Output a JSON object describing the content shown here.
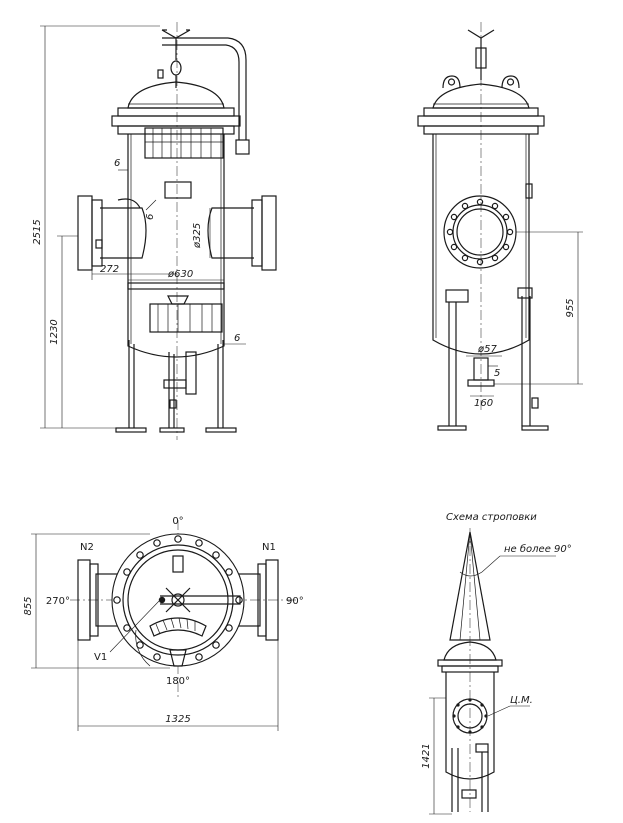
{
  "front_view": {
    "dims": {
      "total_height": "2515",
      "nozzle_height": "1230",
      "wall_top": "6",
      "wall_side": "6",
      "wall_bottom": "6",
      "nozzle_dia": "ø325",
      "nozzle_offset": "272",
      "shell_dia": "ø630"
    }
  },
  "side_view": {
    "dims": {
      "manhole_height": "955",
      "drain_dia": "ø57",
      "drain_gap": "5",
      "drain_width": "160"
    }
  },
  "plan_view": {
    "labels": {
      "angle_top": "0°",
      "angle_left": "270°",
      "angle_right": "90°",
      "angle_bottom": "180°",
      "nozzle_n1": "N1",
      "nozzle_n2": "N2",
      "vent_v1": "V1"
    },
    "dims": {
      "depth": "855",
      "width": "1325"
    }
  },
  "sling_view": {
    "title": "Схема строповки",
    "angle_note": "не более 90°",
    "cg_mark": "Ц.М.",
    "cg_height": "1421"
  }
}
